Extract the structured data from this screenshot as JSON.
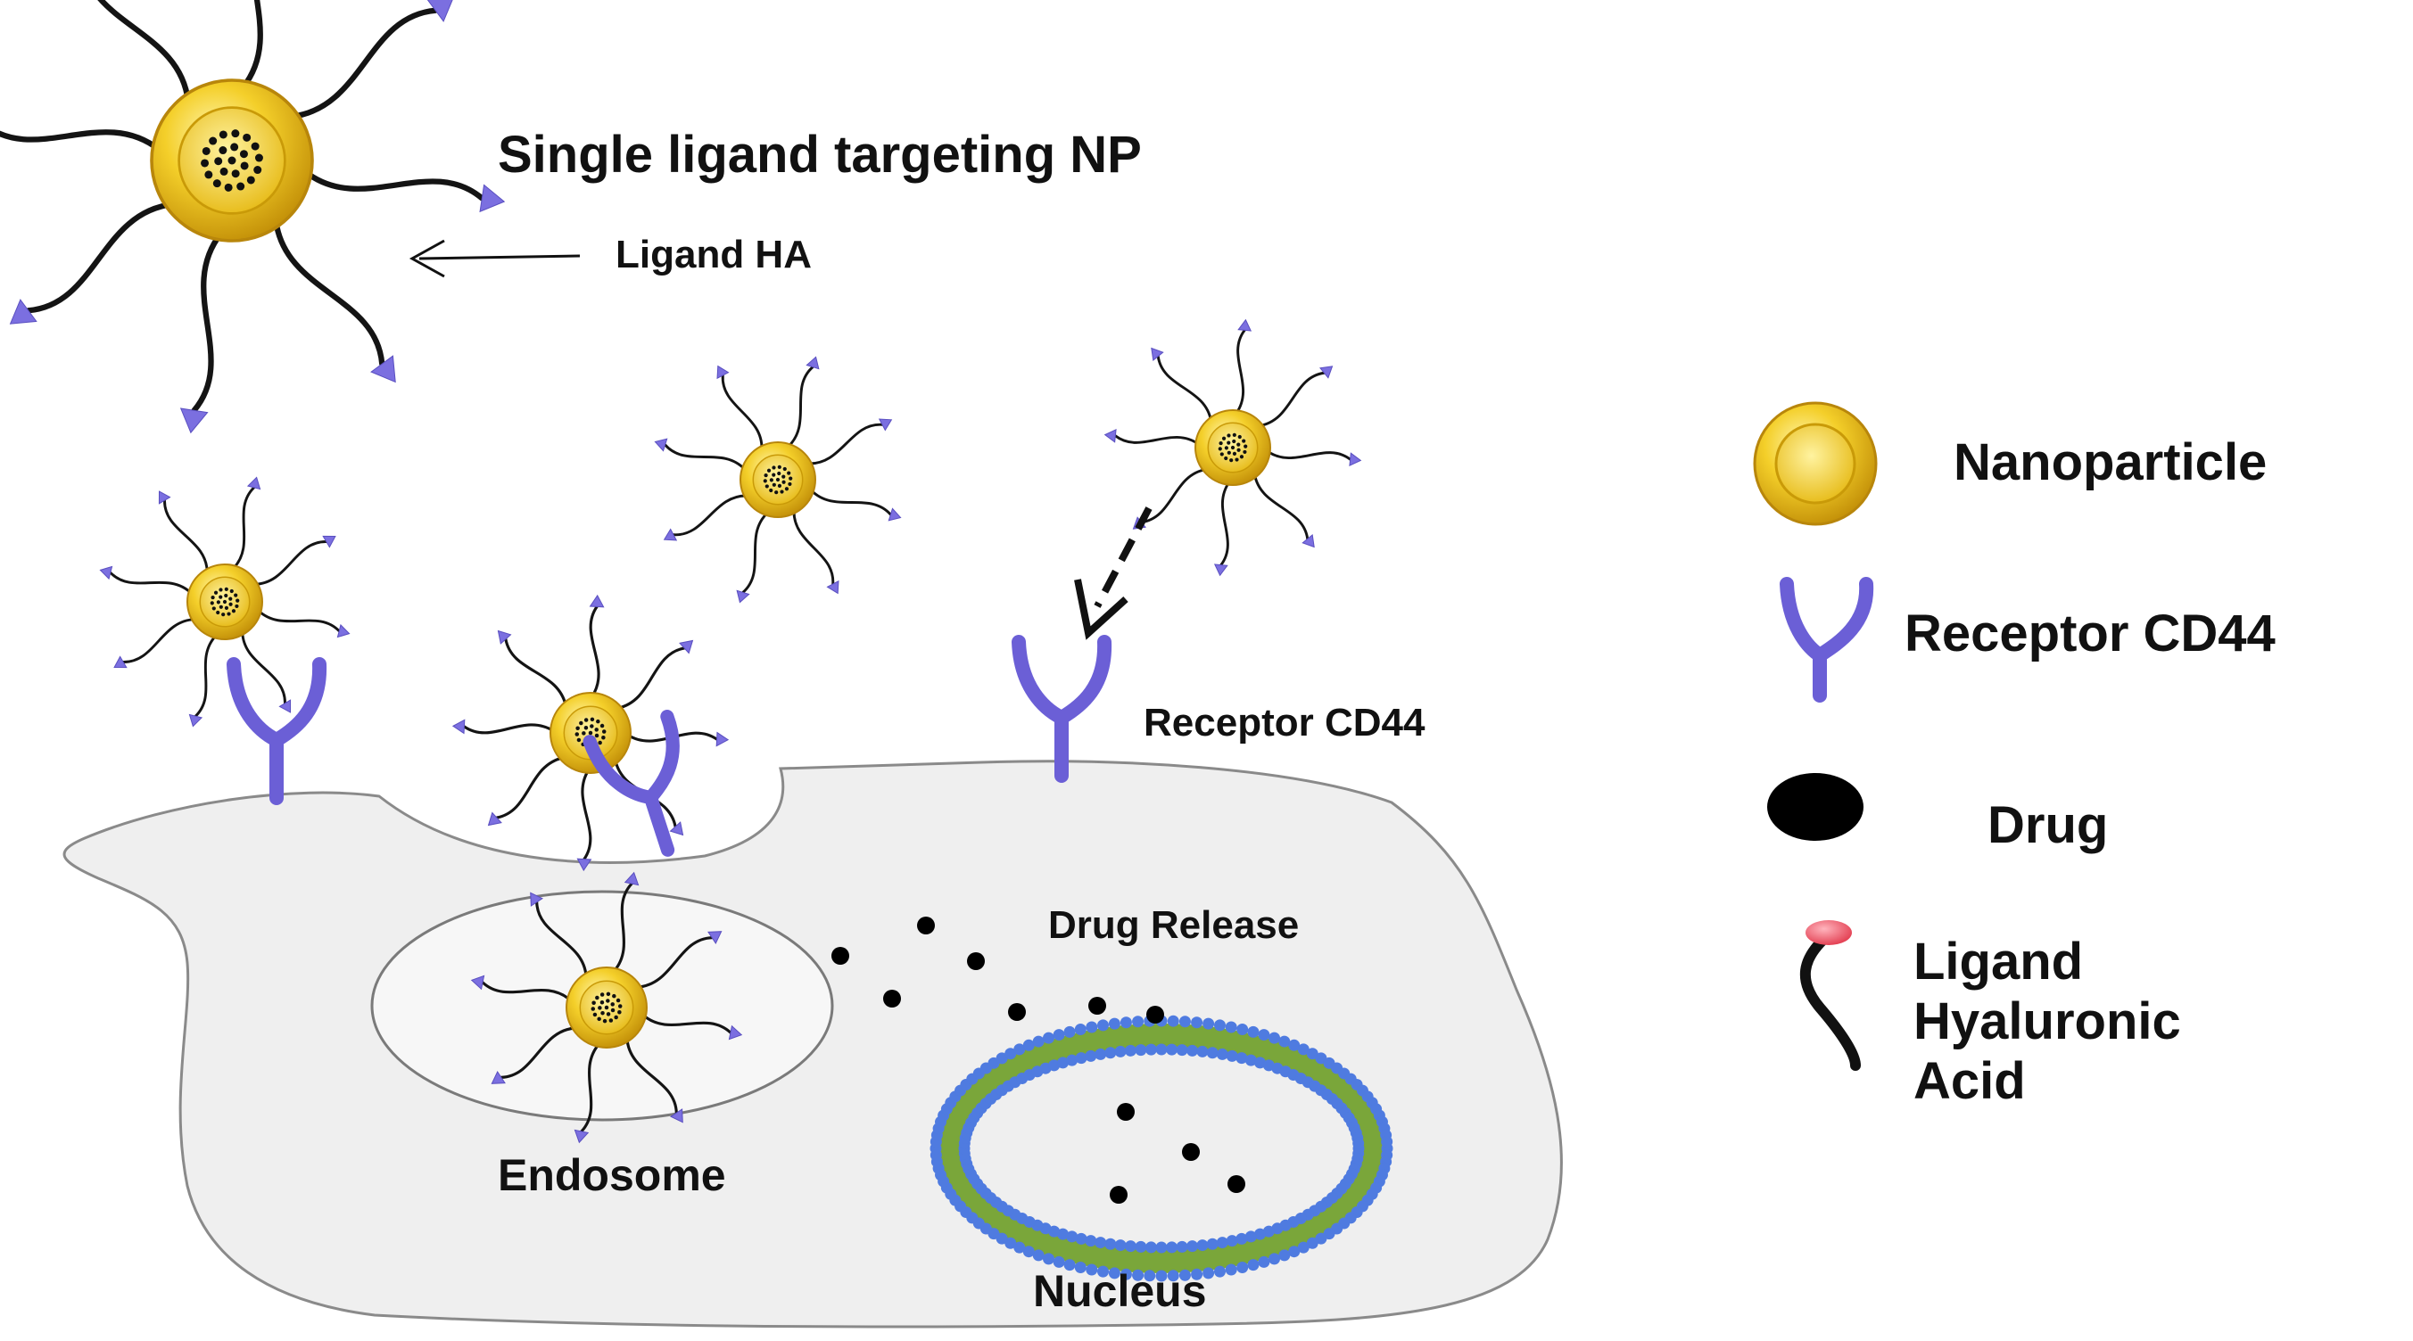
{
  "labels": {
    "title": "Single ligand targeting NP",
    "ligand_ha": "Ligand HA",
    "receptor_cd44": "Receptor CD44",
    "drug_release": "Drug Release",
    "endosome": "Endosome",
    "nucleus": "Nucleus"
  },
  "legend": {
    "nanoparticle": "Nanoparticle",
    "receptor": "Receptor CD44",
    "drug": "Drug",
    "ligand_line1": "Ligand",
    "ligand_line2": "Hyaluronic",
    "ligand_line3": "Acid"
  },
  "colors": {
    "cell_fill": "#efefef",
    "cell_stroke": "#8a8a8a",
    "np_gold": "#f2c81f",
    "np_gold_dark": "#c99a08",
    "ligand_line": "#141414",
    "ligand_tip": "#7b6fe0",
    "receptor": "#6b5fd6",
    "drug": "#000000",
    "membrane_blue": "#4f7be0",
    "membrane_green": "#7aa63a",
    "ligand_head_red": "#e8485a"
  }
}
